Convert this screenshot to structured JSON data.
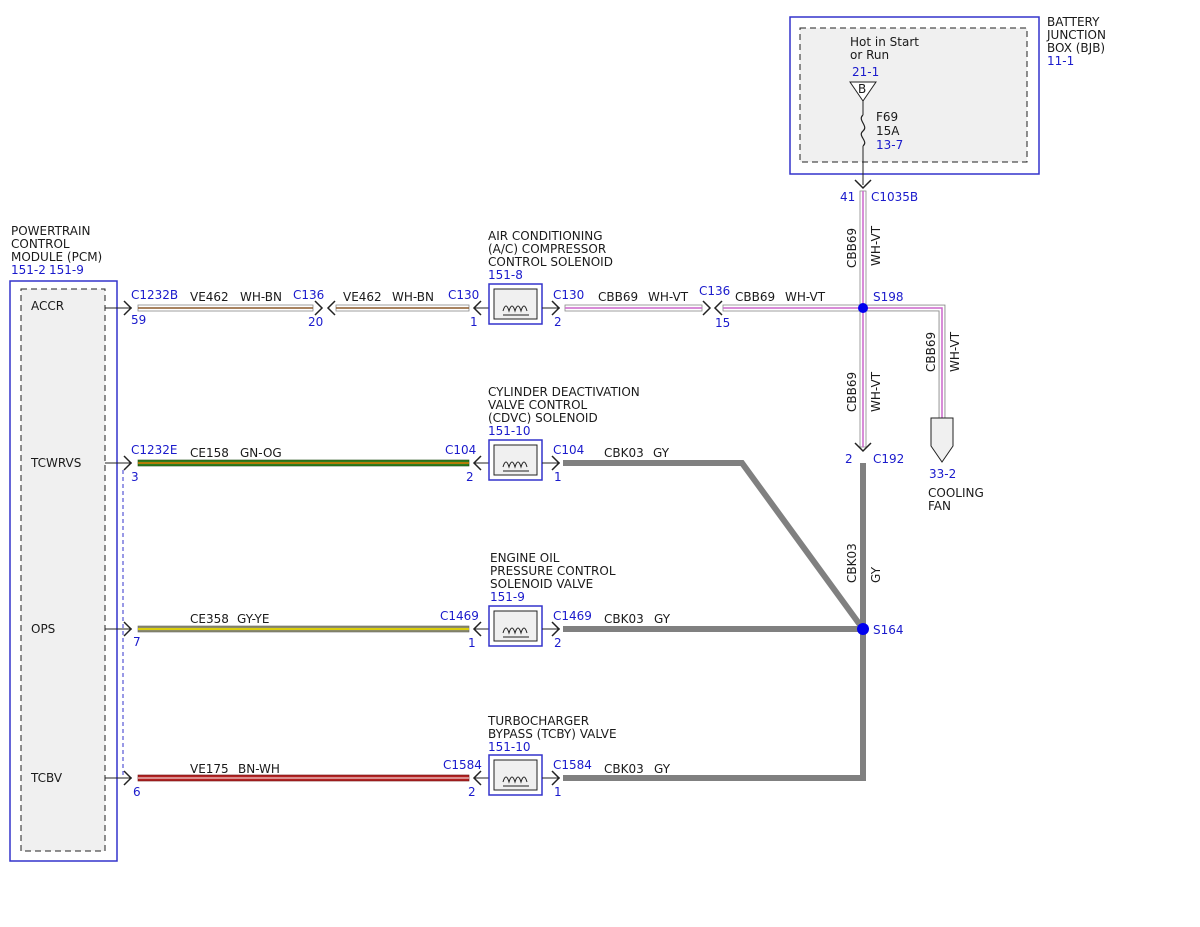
{
  "colors": {
    "connector_blue": "#1a1acc",
    "splice_dot": "#0000ee",
    "wire_wh": "#ffffff",
    "wire_bn": "#8b5a2b",
    "wire_vt": "#cc66cc",
    "wire_gn": "#2e7d1e",
    "wire_og": "#e07b00",
    "wire_gy": "#808080",
    "wire_ye": "#e6d800",
    "wire_rd": "#b22222"
  },
  "bjb": {
    "title_line1": "BATTERY",
    "title_line2": "JUNCTION",
    "title_line3": "BOX (BJB)",
    "ref": "11-1",
    "hot_line1": "Hot in Start",
    "hot_line2": "or Run",
    "bus_ref": "21-1",
    "bus_letter": "B",
    "fuse_name": "F69",
    "fuse_rating": "15A",
    "fuse_ref": "13-7",
    "pin": "41",
    "connector": "C1035B"
  },
  "pcm": {
    "title_line1": "POWERTRAIN",
    "title_line2": "CONTROL",
    "title_line3": "MODULE (PCM)",
    "ref1": "151-2",
    "ref2": "151-9",
    "pins": [
      {
        "label": "ACCR",
        "connector": "C1232B",
        "pin": "59"
      },
      {
        "label": "TCWRVS",
        "connector": "C1232E",
        "pin": "3"
      },
      {
        "label": "OPS",
        "connector": "",
        "pin": "7"
      },
      {
        "label": "TCBV",
        "connector": "",
        "pin": "6"
      }
    ]
  },
  "inline_c136": {
    "connector": "C136",
    "pin_left": "20",
    "pin_right": "15"
  },
  "solenoids": [
    {
      "title_line1": "AIR CONDITIONING",
      "title_line2": "(A/C) COMPRESSOR",
      "title_line3": "CONTROL SOLENOID",
      "ref": "151-8",
      "connector_left": "C130",
      "connector_right": "C130",
      "pin_left": "1",
      "pin_right": "2"
    },
    {
      "title_line1": "CYLINDER DEACTIVATION",
      "title_line2": "VALVE CONTROL",
      "title_line3": "(CDVC) SOLENOID",
      "ref": "151-10",
      "connector_left": "C104",
      "connector_right": "C104",
      "pin_left": "2",
      "pin_right": "1"
    },
    {
      "title_line1": "ENGINE OIL",
      "title_line2": "PRESSURE CONTROL",
      "title_line3": "SOLENOID VALVE",
      "ref": "151-9",
      "connector_left": "C1469",
      "connector_right": "C1469",
      "pin_left": "1",
      "pin_right": "2"
    },
    {
      "title_line1": "TURBOCHARGER",
      "title_line2": "BYPASS (TCBY) VALVE",
      "title_line3": "",
      "ref": "151-10",
      "connector_left": "C1584",
      "connector_right": "C1584",
      "pin_left": "2",
      "pin_right": "1"
    }
  ],
  "wires": {
    "accr_left": {
      "circuit": "VE462",
      "color": "WH-BN"
    },
    "accr_right": {
      "circuit": "VE462",
      "color": "WH-BN"
    },
    "ac_out": {
      "circuit": "CBB69",
      "color": "WH-VT"
    },
    "c136_out": {
      "circuit": "CBB69",
      "color": "WH-VT"
    },
    "bjb_down": {
      "circuit": "CBB69",
      "color": "WH-VT"
    },
    "s198_down": {
      "circuit": "CBB69",
      "color": "WH-VT"
    },
    "fan_feed": {
      "circuit": "CBB69",
      "color": "WH-VT"
    },
    "tcwrvs": {
      "circuit": "CE158",
      "color": "GN-OG"
    },
    "ops": {
      "circuit": "CE358",
      "color": "GY-YE"
    },
    "tcbv": {
      "circuit": "VE175",
      "color": "BN-WH"
    },
    "cdvc_out": {
      "circuit": "CBK03",
      "color": "GY"
    },
    "eop_out": {
      "circuit": "CBK03",
      "color": "GY"
    },
    "tcby_out": {
      "circuit": "CBK03",
      "color": "GY"
    },
    "c192_down": {
      "circuit": "CBK03",
      "color": "GY"
    }
  },
  "splices": {
    "s198": "S198",
    "s164": "S164"
  },
  "c192": {
    "connector": "C192",
    "pin": "2"
  },
  "cooling_fan": {
    "ref": "33-2",
    "title_line1": "COOLING",
    "title_line2": "FAN"
  }
}
